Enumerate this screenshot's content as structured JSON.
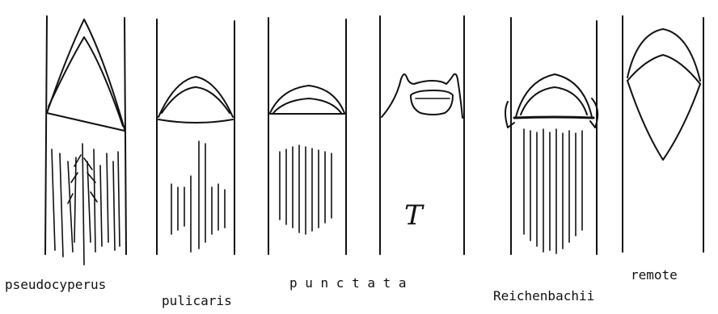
{
  "panels": [
    {
      "id": "pseudocyperus",
      "label": "pseudocyperus"
    },
    {
      "id": "pulicaris",
      "label": "pulicaris"
    },
    {
      "id": "punctata",
      "label": "p u n c t a t a"
    },
    {
      "id": "mark",
      "label": "T"
    },
    {
      "id": "reichenbachii",
      "label": "Reichenbachii"
    },
    {
      "id": "remota",
      "label": "remote"
    }
  ]
}
